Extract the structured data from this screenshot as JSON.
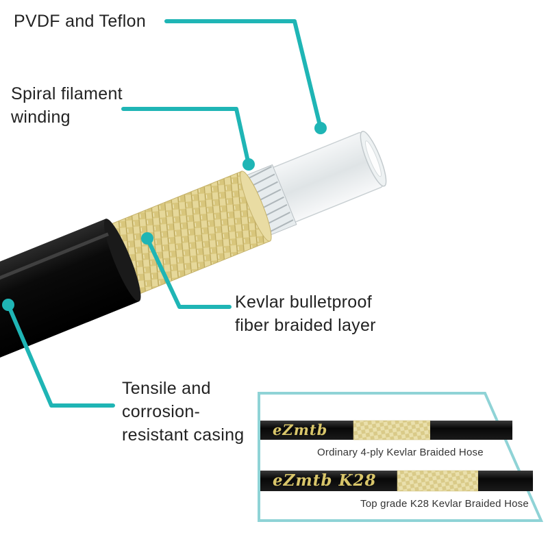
{
  "labels": {
    "pvdf": "PVDF and Teflon",
    "spiral_line1": "Spiral filament",
    "spiral_line2": "winding",
    "kevlar_line1": "Kevlar bulletproof",
    "kevlar_line2": "fiber braided layer",
    "casing_line1": "Tensile and",
    "casing_line2": "corrosion-",
    "casing_line3": "resistant casing"
  },
  "comparison": {
    "hose1_logo": "eZmtb",
    "hose1_caption": "Ordinary 4-ply Kevlar Braided Hose",
    "hose2_logo": "eZmtb K28",
    "hose2_caption": "Top grade K28 Kevlar Braided Hose"
  },
  "colors": {
    "callout": "#1fb5b5",
    "callout_light": "#7fd3d6",
    "jacket": "#0d0d0d",
    "kevlar": "#e8dc9f",
    "logo": "#d9c66a"
  },
  "icons": [
    "hose-illustration"
  ]
}
